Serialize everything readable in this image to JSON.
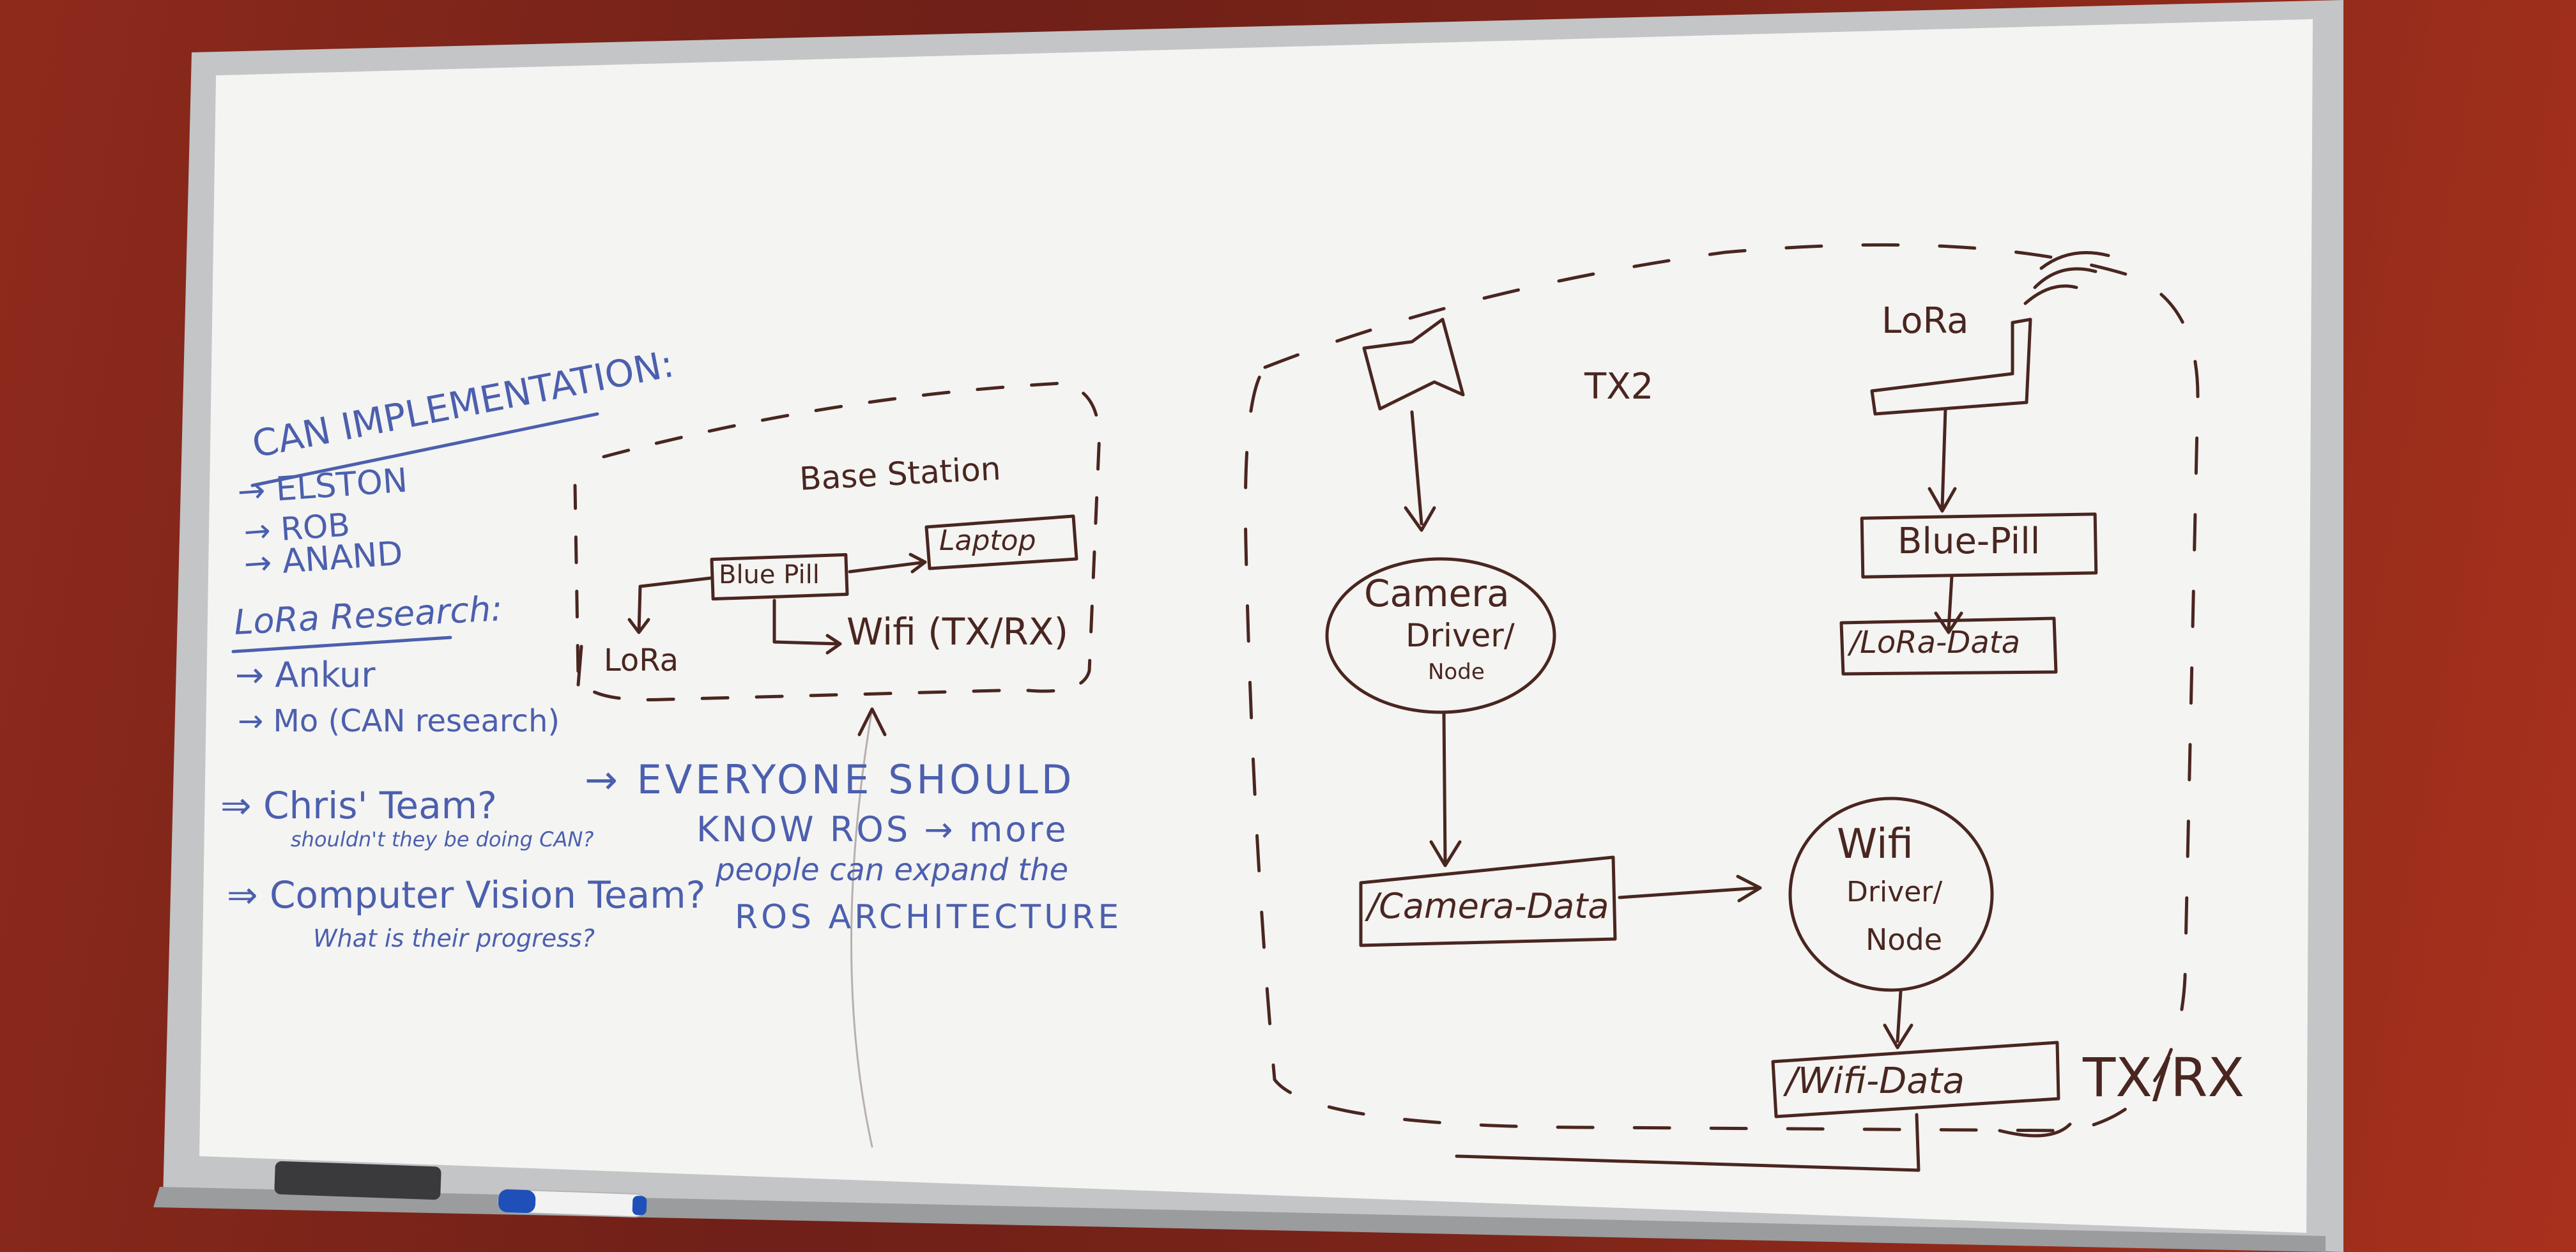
{
  "colors": {
    "wall": "#7b2419",
    "board": "#f3f3f1",
    "frame": "#b9bbbd",
    "marker_blue": "#4c5fae",
    "marker_red": "#4a2620"
  },
  "notes": {
    "can_title": "CAN IMPLEMENTATION:",
    "can_members": [
      "→ ELSTON",
      "→ ROB",
      "→ ANAND"
    ],
    "lora_title": "LoRa Research:",
    "lora_members": [
      "→ Ankur",
      "→ Mo (CAN research)"
    ],
    "chris_team": "⇒ Chris' Team?",
    "chris_sub": "shouldn't they be doing CAN?",
    "cv_team": "⇒ Computer Vision Team?",
    "cv_sub": "What is their progress?",
    "ros_line1": "→ EVERYONE  SHOULD",
    "ros_line2": "KNOW ROS → more",
    "ros_line3": "people can expand  the",
    "ros_line4": "ROS ARCHITECTURE"
  },
  "base_station": {
    "title": "Base Station",
    "blue_pill": "Blue Pill",
    "laptop": "Laptop",
    "lora": "LoRa",
    "wifi": "Wifi (TX/RX)"
  },
  "tx2": {
    "title": "TX2",
    "camera_node": [
      "Camera",
      "Driver/",
      "Node"
    ],
    "camera_data": "/Camera-Data",
    "lora": "LoRa",
    "blue_pill": "Blue-Pill",
    "lora_data": "/LoRa-Data",
    "wifi_node": [
      "Wifi",
      "Driver/",
      "Node"
    ],
    "wifi_data": "/Wifi-Data",
    "txrx": "TX/RX"
  }
}
